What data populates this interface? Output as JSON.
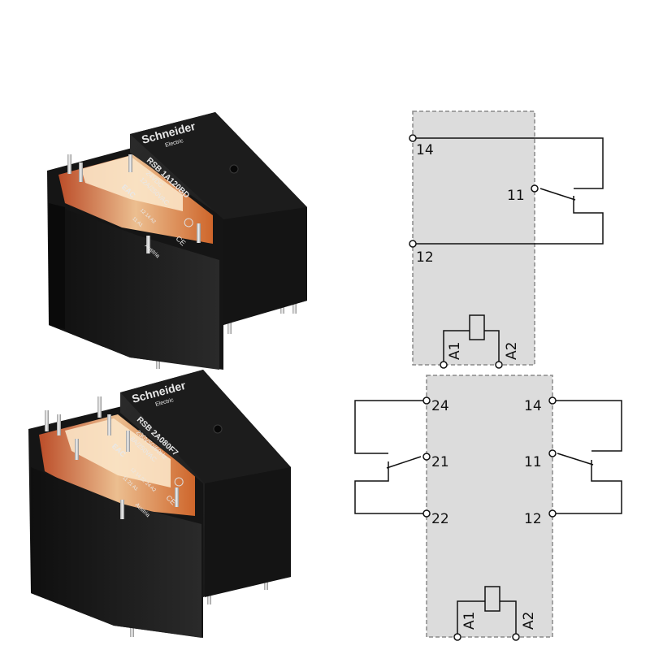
{
  "relay_top": {
    "brand": "Schneider",
    "brand_sub": "Electric",
    "model": "RSB 1A120BD",
    "coil": "24VDC",
    "rating": "12A/250VAC",
    "pins_text": "12 14 A2",
    "pins_text2": "11    A1",
    "eac": "EAC",
    "origin": "Austria"
  },
  "relay_bottom": {
    "brand": "Schneider",
    "brand_sub": "Electric",
    "model": "RSB 2A080F7",
    "coil": "230V50/60Hz",
    "rating": "8A/250VAC",
    "pins_text": "12 14 22 24 A2",
    "pins_text2": "11    21    A1",
    "eac": "EAC",
    "origin": "Austria"
  },
  "diagram_top": {
    "pins": {
      "p14": "14",
      "p11": "11",
      "p12": "12",
      "a1": "A1",
      "a2": "A2"
    }
  },
  "diagram_bottom": {
    "pins": {
      "p24": "24",
      "p21": "21",
      "p22": "22",
      "p14": "14",
      "p11": "11",
      "p12": "12",
      "a1": "A1",
      "a2": "A2"
    }
  },
  "colors": {
    "relay_body": "#1a1a1a",
    "relay_glow": "#e2742c",
    "diagram_fill": "#dcdcdc",
    "diagram_border": "#8a8a8a"
  }
}
